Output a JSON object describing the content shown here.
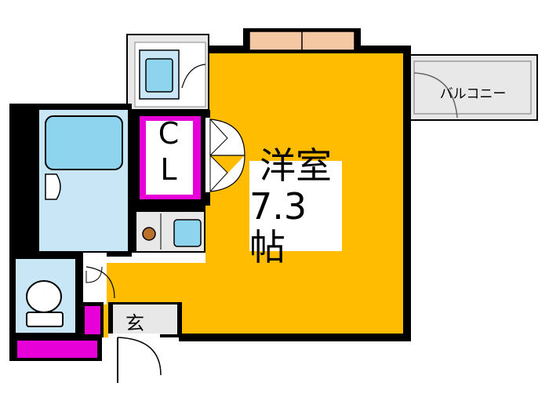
{
  "rooms": {
    "western_room": {
      "name": "洋室",
      "size": "7.3帖"
    },
    "closet": {
      "line1": "C",
      "line2": "L"
    },
    "balcony": {
      "label": "バルコニー"
    },
    "entrance": {
      "label": "玄"
    }
  },
  "colors": {
    "room_fill": "#FFBC00",
    "closet_fill": "#E800D8",
    "wet_area_fill": "#C8E6F5",
    "fixture_fill": "#8ED4EE",
    "balcony_fill": "#E8E8E8",
    "window_fill": "#F5C8A4",
    "wall": "#000000"
  },
  "icons": [
    "bathtub-icon",
    "toilet-icon",
    "sink-icon",
    "washbasin-icon",
    "stove-icon"
  ]
}
